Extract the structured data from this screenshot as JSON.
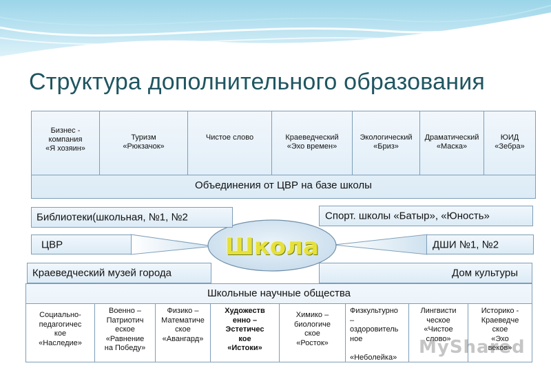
{
  "title": "Структура дополнительного образования",
  "top_block": {
    "cells": [
      "Бизнес -\nкомпания\n«Я хозяин»",
      "Туризм\n«Рюкзачок»",
      "Чистое слово",
      "Краеведческий\n«Эхо времен»",
      "Экологический\n«Бриз»",
      "Драматический\n«Маска»",
      "ЮИД\n«Зебра»"
    ],
    "footer": "Объединения от ЦВР на базе школы"
  },
  "left_boxes": {
    "libraries": "Библиотеки(школьная, №1, №2",
    "cvr": "ЦВР",
    "museum": "Краеведческий музей города"
  },
  "right_boxes": {
    "sport": "Спорт. школы «Батыр», «Юность»",
    "dshi": "ДШИ №1, №2",
    "culture": "Дом культуры"
  },
  "center": "Школа",
  "bottom_block": {
    "header": "Школьные научные общества",
    "cells": [
      "Социально-\nпедагогичес\nкое\n«Наследие»",
      "Военно –\nПатриотич\nеское\n«Равнение\nна Победу»",
      "Физико –\nМатематиче\nское\n«Авангард»",
      "Художеств\nенно –\nЭстетичес\nкое\n«Истоки»",
      "Химико –\nбиологиче\nское\n«Росток»",
      "Физкультурно\n–\nоздоровитель\nное\n\n«Неболейка»",
      "Лингвисти\nческое\n«Чистое\nслово»",
      "Историко -\nКраеведче\nское\n«Эхо\nвеков»"
    ]
  },
  "watermark": "MyShared",
  "colors": {
    "title": "#1f5561",
    "box_border": "#7d9db8",
    "box_fill": "#dcebf6",
    "center_text": "#e6e13a"
  }
}
